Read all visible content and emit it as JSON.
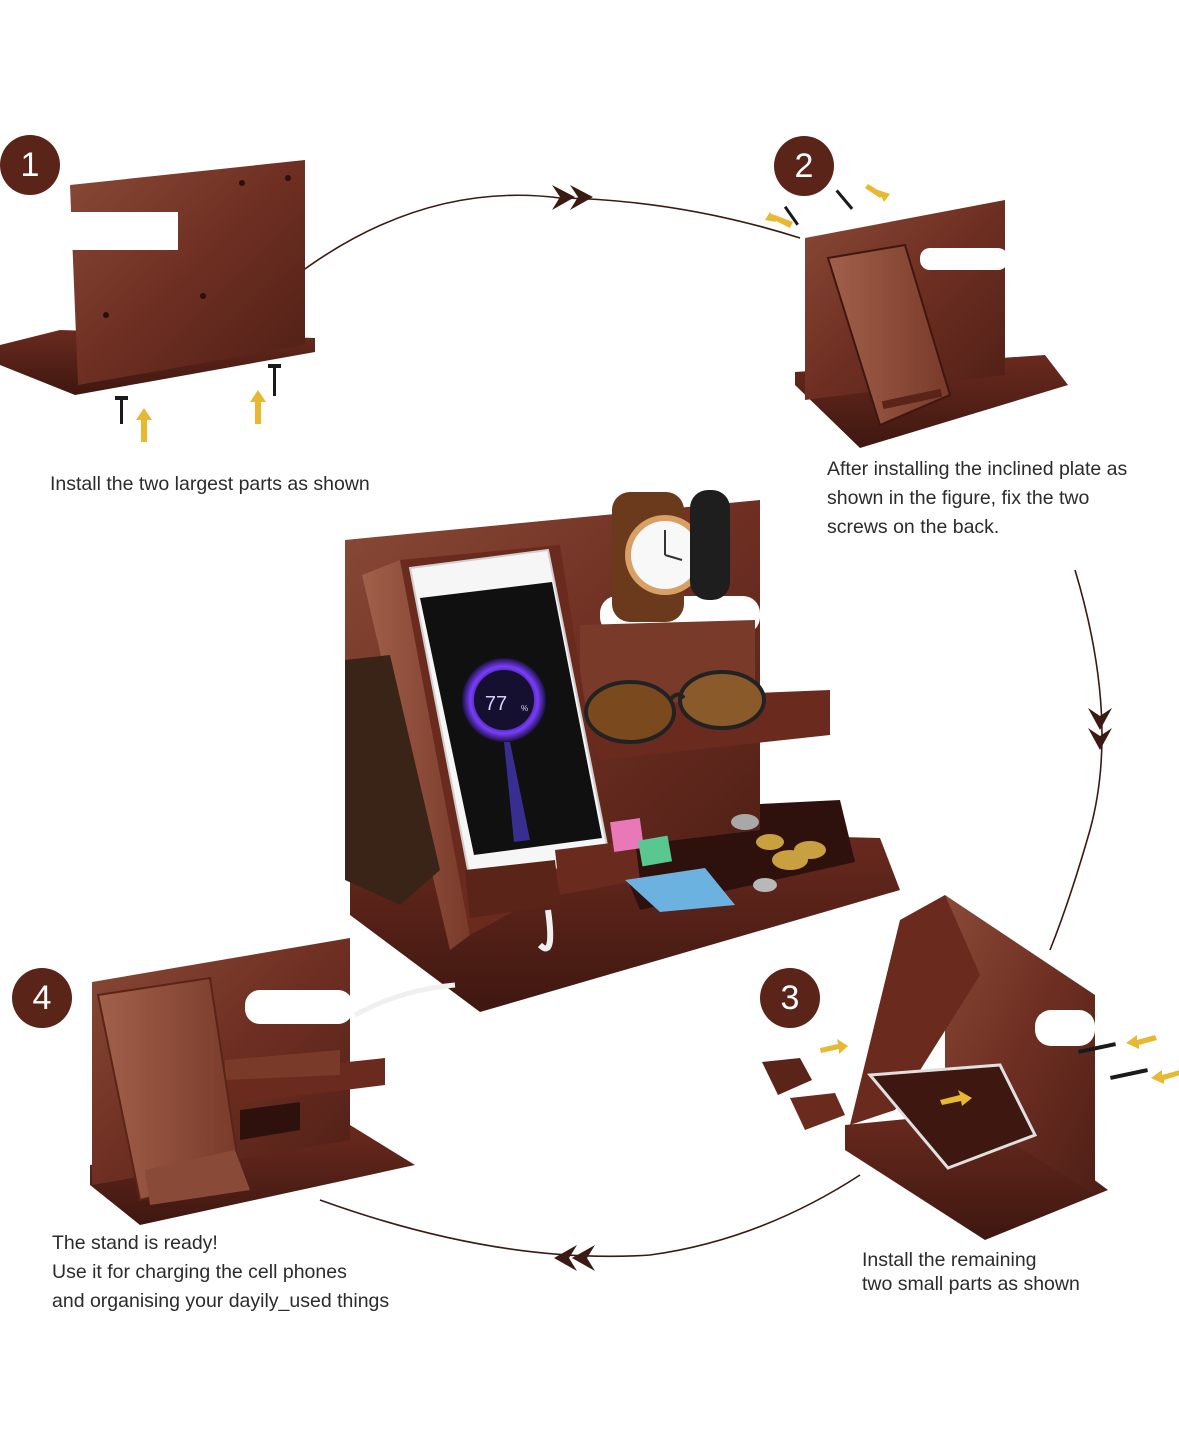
{
  "colors": {
    "accent": "#5a2418",
    "wood_dark": "#4a1c14",
    "wood_mid": "#6e2f22",
    "wood_light": "#8a4a38",
    "arrow": "#3a1a12",
    "screw": "#1a1a1a",
    "hint_arrow": "#e8b830",
    "text": "#2b2b2b"
  },
  "steps": [
    {
      "number": "1",
      "caption": [
        "Install the two largest parts as shown"
      ]
    },
    {
      "number": "2",
      "caption": [
        "After installing the inclined plate as",
        "shown in the figure, fix the two",
        "screws on the back."
      ]
    },
    {
      "number": "3",
      "caption": [
        "Install the remaining",
        "two small parts as shown"
      ]
    },
    {
      "number": "4",
      "caption": [
        "The stand is ready!",
        "Use it for charging the cell phones",
        "and organising your dayily_used things"
      ]
    }
  ],
  "phone": {
    "battery": "77",
    "unit": "%"
  },
  "icons": [
    "screw-icon",
    "hint-arrow-icon",
    "double-chevron-icon",
    "battery-ring-icon"
  ]
}
